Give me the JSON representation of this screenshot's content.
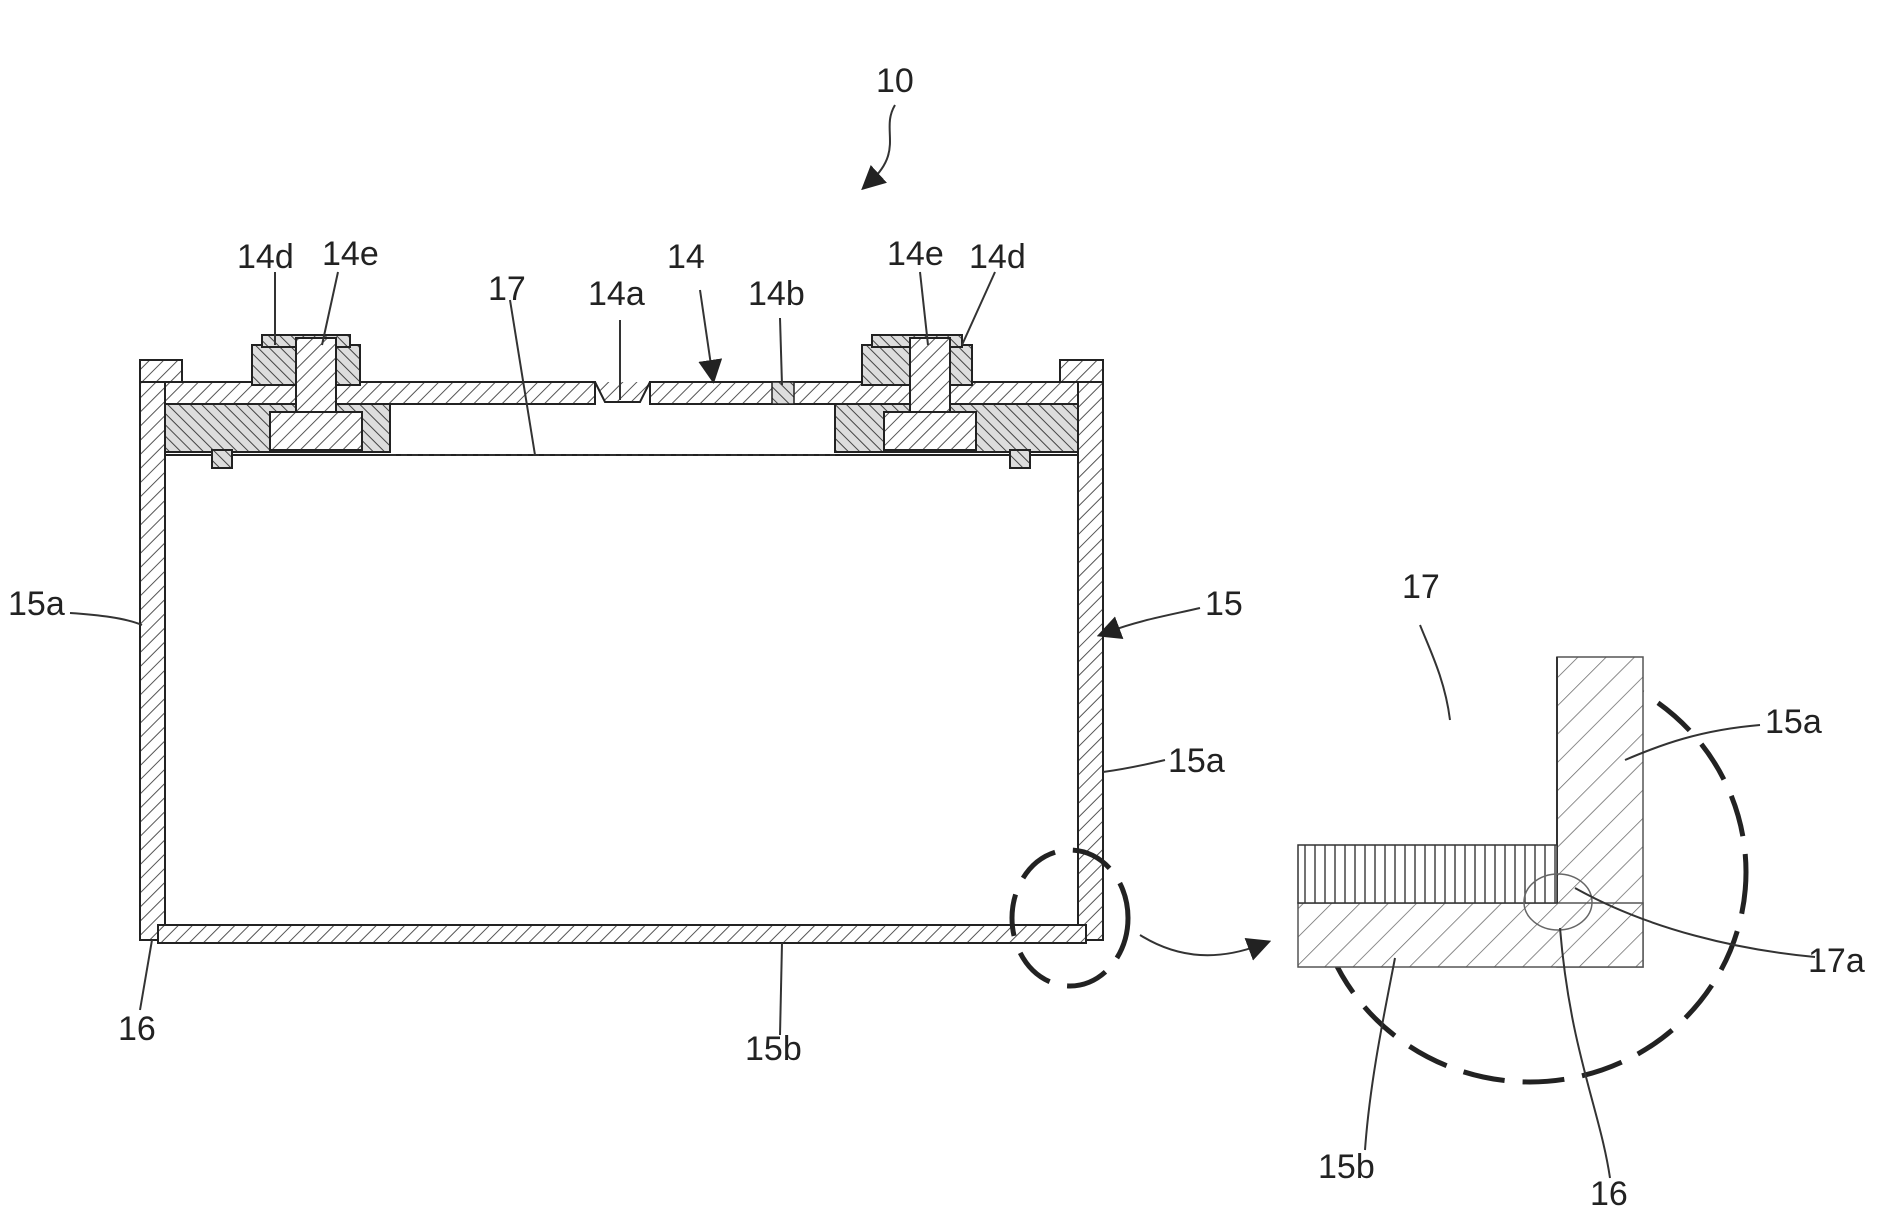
{
  "labels": {
    "assembly": "10",
    "cap": "14",
    "vent": "14a",
    "cap_b": "14b",
    "gasket_left": "14d",
    "terminal_left": "14e",
    "terminal_right": "14e",
    "gasket_right": "14d",
    "electrolyte": "17",
    "case": "15",
    "side_left": "15a",
    "side_right": "15a",
    "bottom": "15b",
    "joint": "16",
    "detail_electrolyte": "17",
    "detail_side": "15a",
    "detail_adhesive": "17a",
    "detail_bottom": "15b",
    "detail_joint": "16"
  }
}
